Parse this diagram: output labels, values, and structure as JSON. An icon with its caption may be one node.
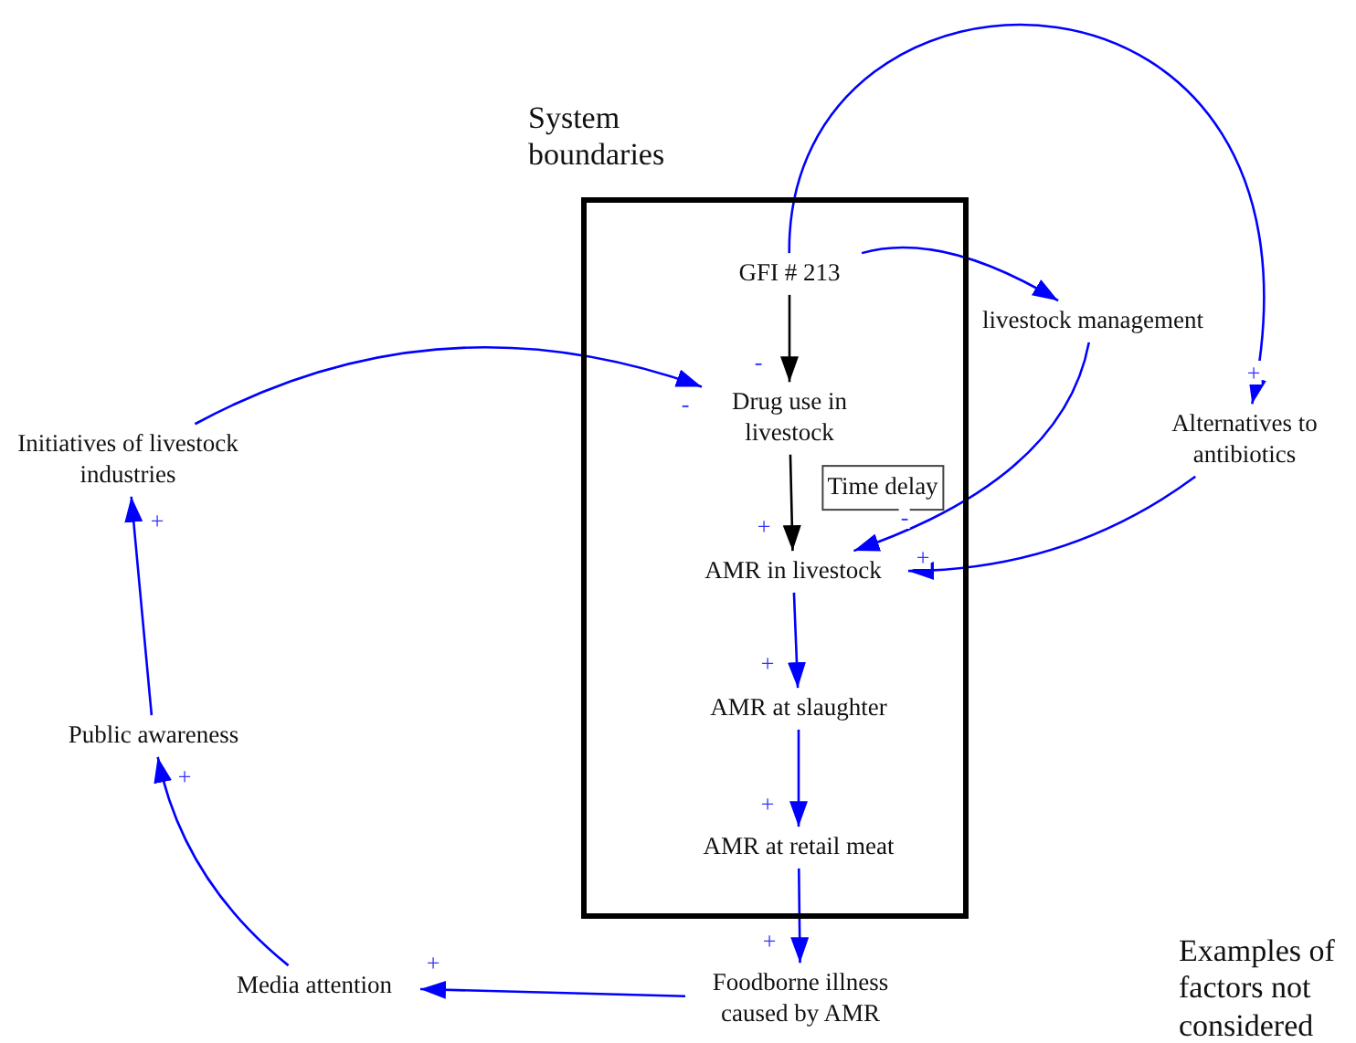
{
  "diagram": {
    "nodes": [
      {
        "text": [
          "System boundaries"
        ]
      },
      {
        "text": [
          "GFI # 213"
        ],
        "in": 0
      },
      {
        "text": [
          "Drug use in livestock"
        ],
        "in": 0
      },
      {
        "text": [
          "Time delay"
        ],
        "in": 0
      },
      {
        "text": [
          "AMR in livestock"
        ],
        "in": 0
      },
      {
        "text": [
          "AMR at slaughter"
        ],
        "in": 0
      },
      {
        "text": [
          "AMR at retail meat"
        ],
        "in": 0
      },
      {
        "text": [
          "livestock management"
        ]
      },
      {
        "text": [
          "Alternatives to antibiotics"
        ]
      },
      {
        "text": [
          "Initiatives of livestock industries"
        ]
      },
      {
        "text": [
          "Public awareness"
        ]
      },
      {
        "text": [
          "Media attention"
        ]
      },
      {
        "text": [
          "Foodborne illness caused by AMR"
        ]
      }
    ],
    "edges": [
      {
        "from": 1,
        "to": 2,
        "arrow": "to",
        "label": "-",
        "color": "#000000"
      },
      {
        "from": 1,
        "to": 7,
        "arrow": "to"
      },
      {
        "from": 1,
        "to": 8,
        "arrow": "to",
        "label": "+"
      },
      {
        "from": 9,
        "to": 2,
        "arrow": "to",
        "label": "-"
      },
      {
        "from": 2,
        "to": 4,
        "arrow": "to",
        "label": "+",
        "color": "#000000"
      },
      {
        "from": 7,
        "to": 4,
        "arrow": "to",
        "label": "-"
      },
      {
        "from": 8,
        "to": 4,
        "arrow": "to",
        "label": "+"
      },
      {
        "from": 4,
        "to": 5,
        "arrow": "to",
        "label": "+"
      },
      {
        "from": 5,
        "to": 6,
        "arrow": "to",
        "label": "+"
      },
      {
        "from": 6,
        "to": 12,
        "arrow": "to",
        "label": "+"
      },
      {
        "from": 12,
        "to": 11,
        "arrow": "to",
        "label": "+"
      },
      {
        "from": 11,
        "to": 10,
        "arrow": "to",
        "label": "+"
      },
      {
        "from": 10,
        "to": 9,
        "arrow": "to",
        "label": "+"
      }
    ],
    "labels": [
      "Examples of factors not considered"
    ]
  }
}
